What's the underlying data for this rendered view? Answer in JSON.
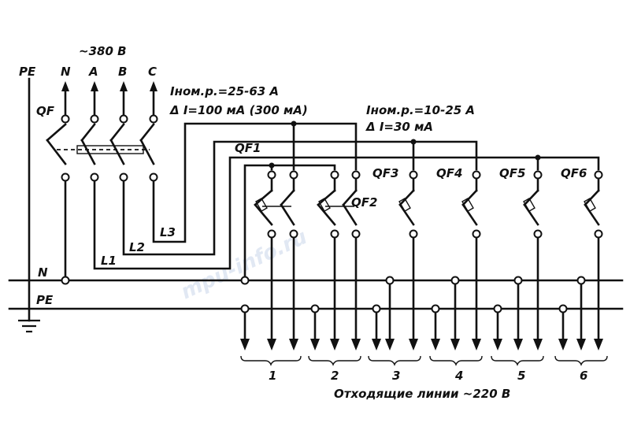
{
  "supply": {
    "voltage": "~380 В"
  },
  "phases": {
    "pe": "PE",
    "n": "N",
    "a": "A",
    "b": "B",
    "c": "C"
  },
  "main_breaker": {
    "label": "QF",
    "current": "Iном.р.=25-63 А",
    "leakage": "Δ I=100 мА (300 мА)"
  },
  "group_rcd": {
    "current": "Iном.р.=10-25 А",
    "leakage": "Δ I=30 мА"
  },
  "lines": {
    "l1": "L1",
    "l2": "L2",
    "l3": "L3"
  },
  "rcds": {
    "qf1": "QF1",
    "qf2": "QF2"
  },
  "breakers": [
    "QF3",
    "QF4",
    "QF5",
    "QF6"
  ],
  "buses": {
    "n": "N",
    "pe": "PE"
  },
  "outgoing_groups": [
    "1",
    "2",
    "3",
    "4",
    "5",
    "6"
  ],
  "caption": "Отходящие линии ~220 В",
  "watermark": "mpu-info.ru"
}
